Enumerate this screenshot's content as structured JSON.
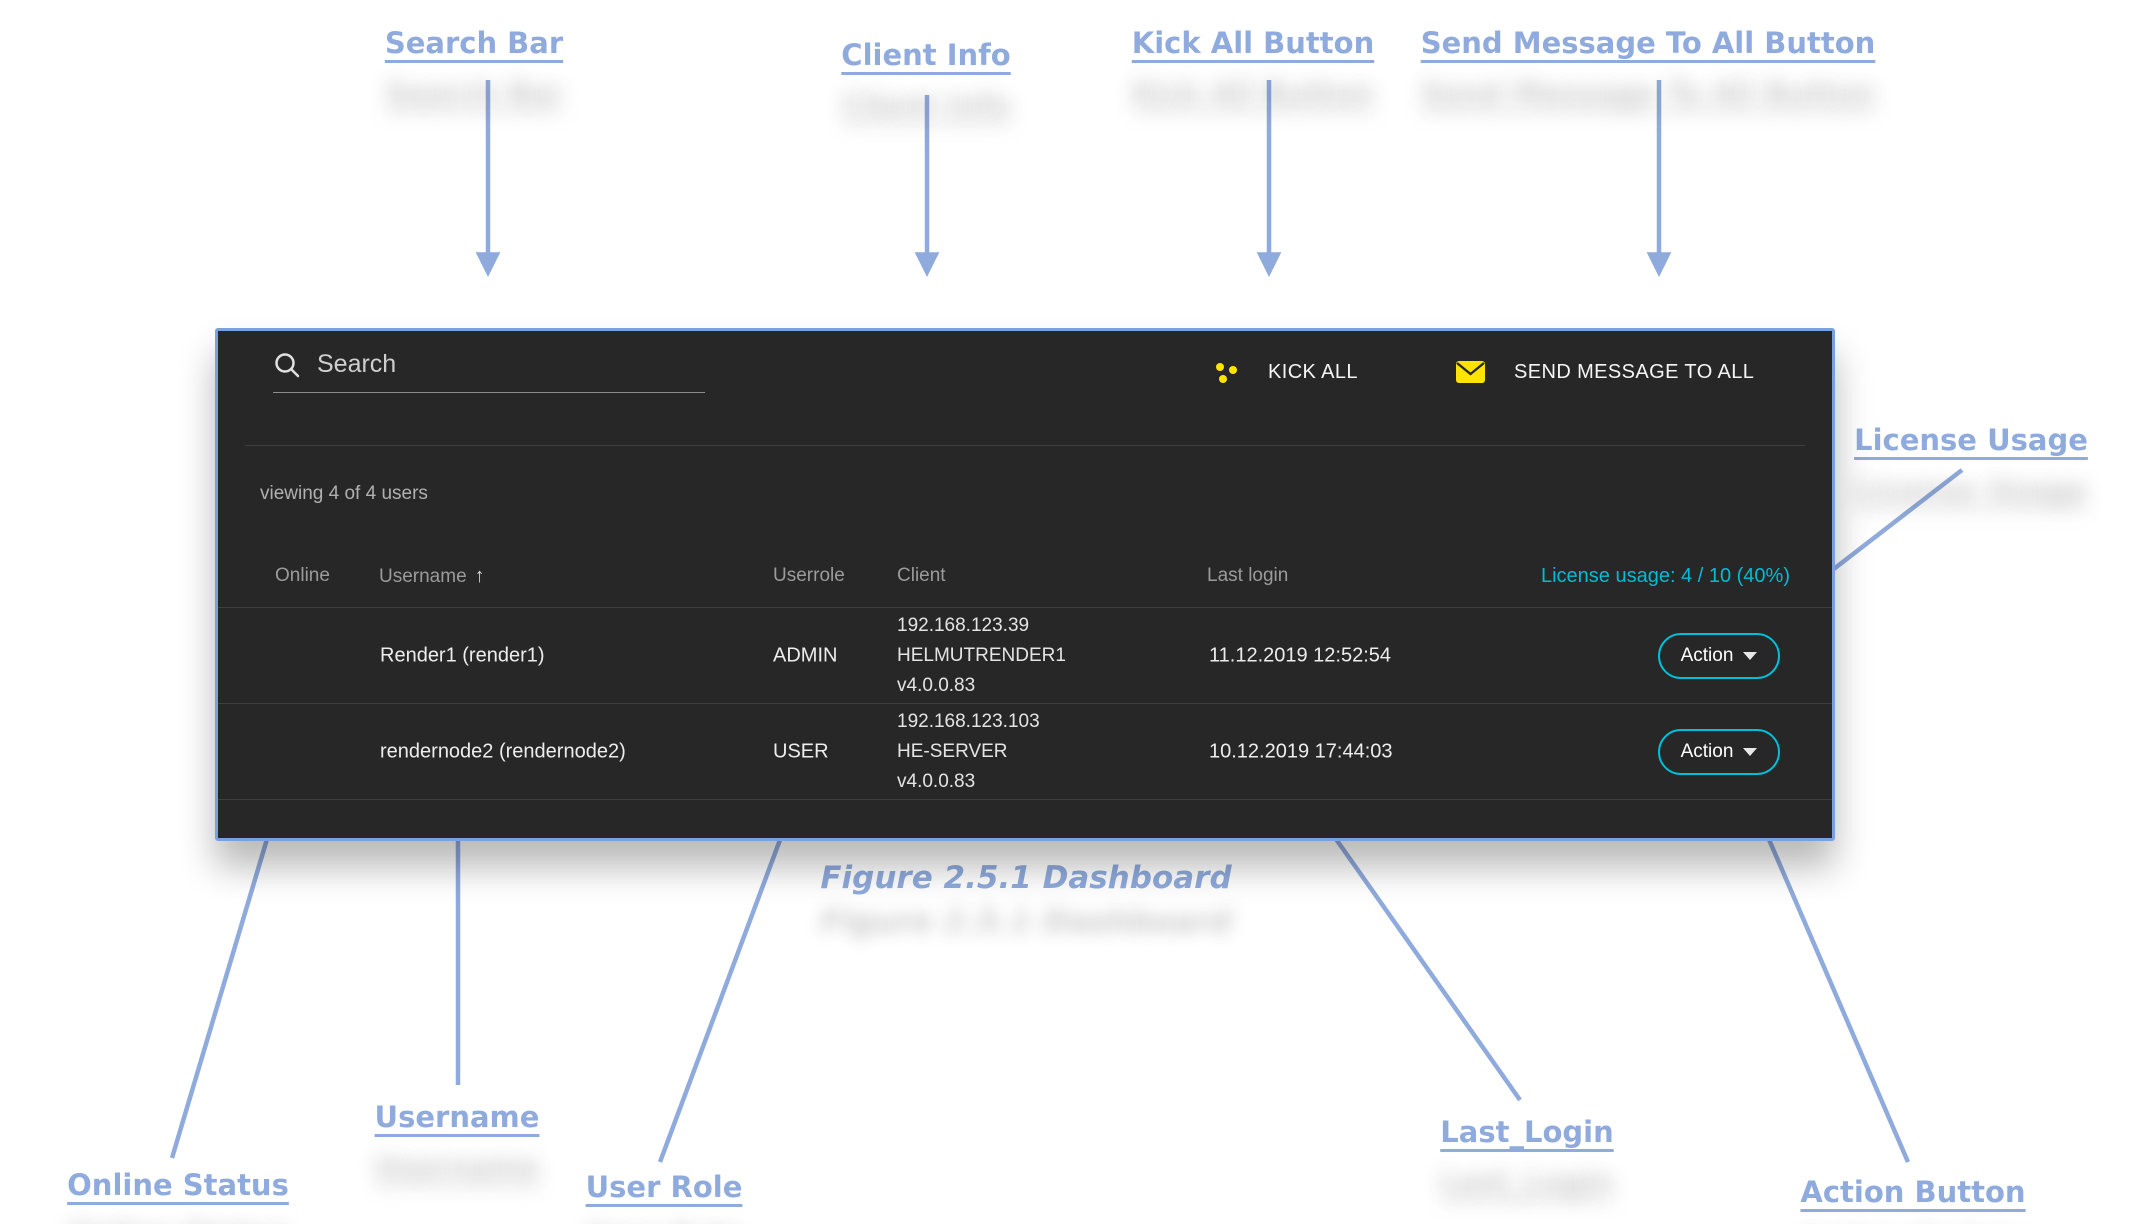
{
  "annotations": {
    "search_bar": "Search Bar",
    "client_info": "Client Info",
    "kick_all_button": "Kick All Button",
    "send_message_button": "Send Message To All Button",
    "license_usage": "License Usage",
    "figure_caption": "Figure 2.5.1 Dashboard",
    "username": "Username",
    "online_status": "Online Status",
    "user_role": "User Role",
    "last_login": "Last_Login",
    "action_button": "Action Button"
  },
  "dashboard": {
    "search_placeholder": "Search",
    "kick_all_label": "KICK ALL",
    "send_message_label": "SEND MESSAGE TO ALL",
    "viewing_text": "viewing 4 of 4 users",
    "license_usage_text": "License usage: 4 / 10 (40%)",
    "headers": {
      "online": "Online",
      "username": "Username",
      "sort_indicator": "↑",
      "userrole": "Userrole",
      "client": "Client",
      "last_login": "Last login"
    },
    "rows": [
      {
        "username": "Render1 (render1)",
        "userrole": "ADMIN",
        "client_ip": "192.168.123.39",
        "client_host": "HELMUTRENDER1",
        "client_version": "v4.0.0.83",
        "last_login": "11.12.2019 12:52:54",
        "action_label": "Action"
      },
      {
        "username": "rendernode2 (rendernode2)",
        "userrole": "USER",
        "client_ip": "192.168.123.103",
        "client_host": "HE-SERVER",
        "client_version": "v4.0.0.83",
        "last_login": "10.12.2019 17:44:03",
        "action_label": "Action"
      }
    ]
  },
  "colors": {
    "annotation_blue": "#8faadc",
    "accent_cyan": "#00bcd4",
    "status_yellow": "#ffe400",
    "panel_background": "#272727",
    "panel_border": "#79a1dc"
  }
}
